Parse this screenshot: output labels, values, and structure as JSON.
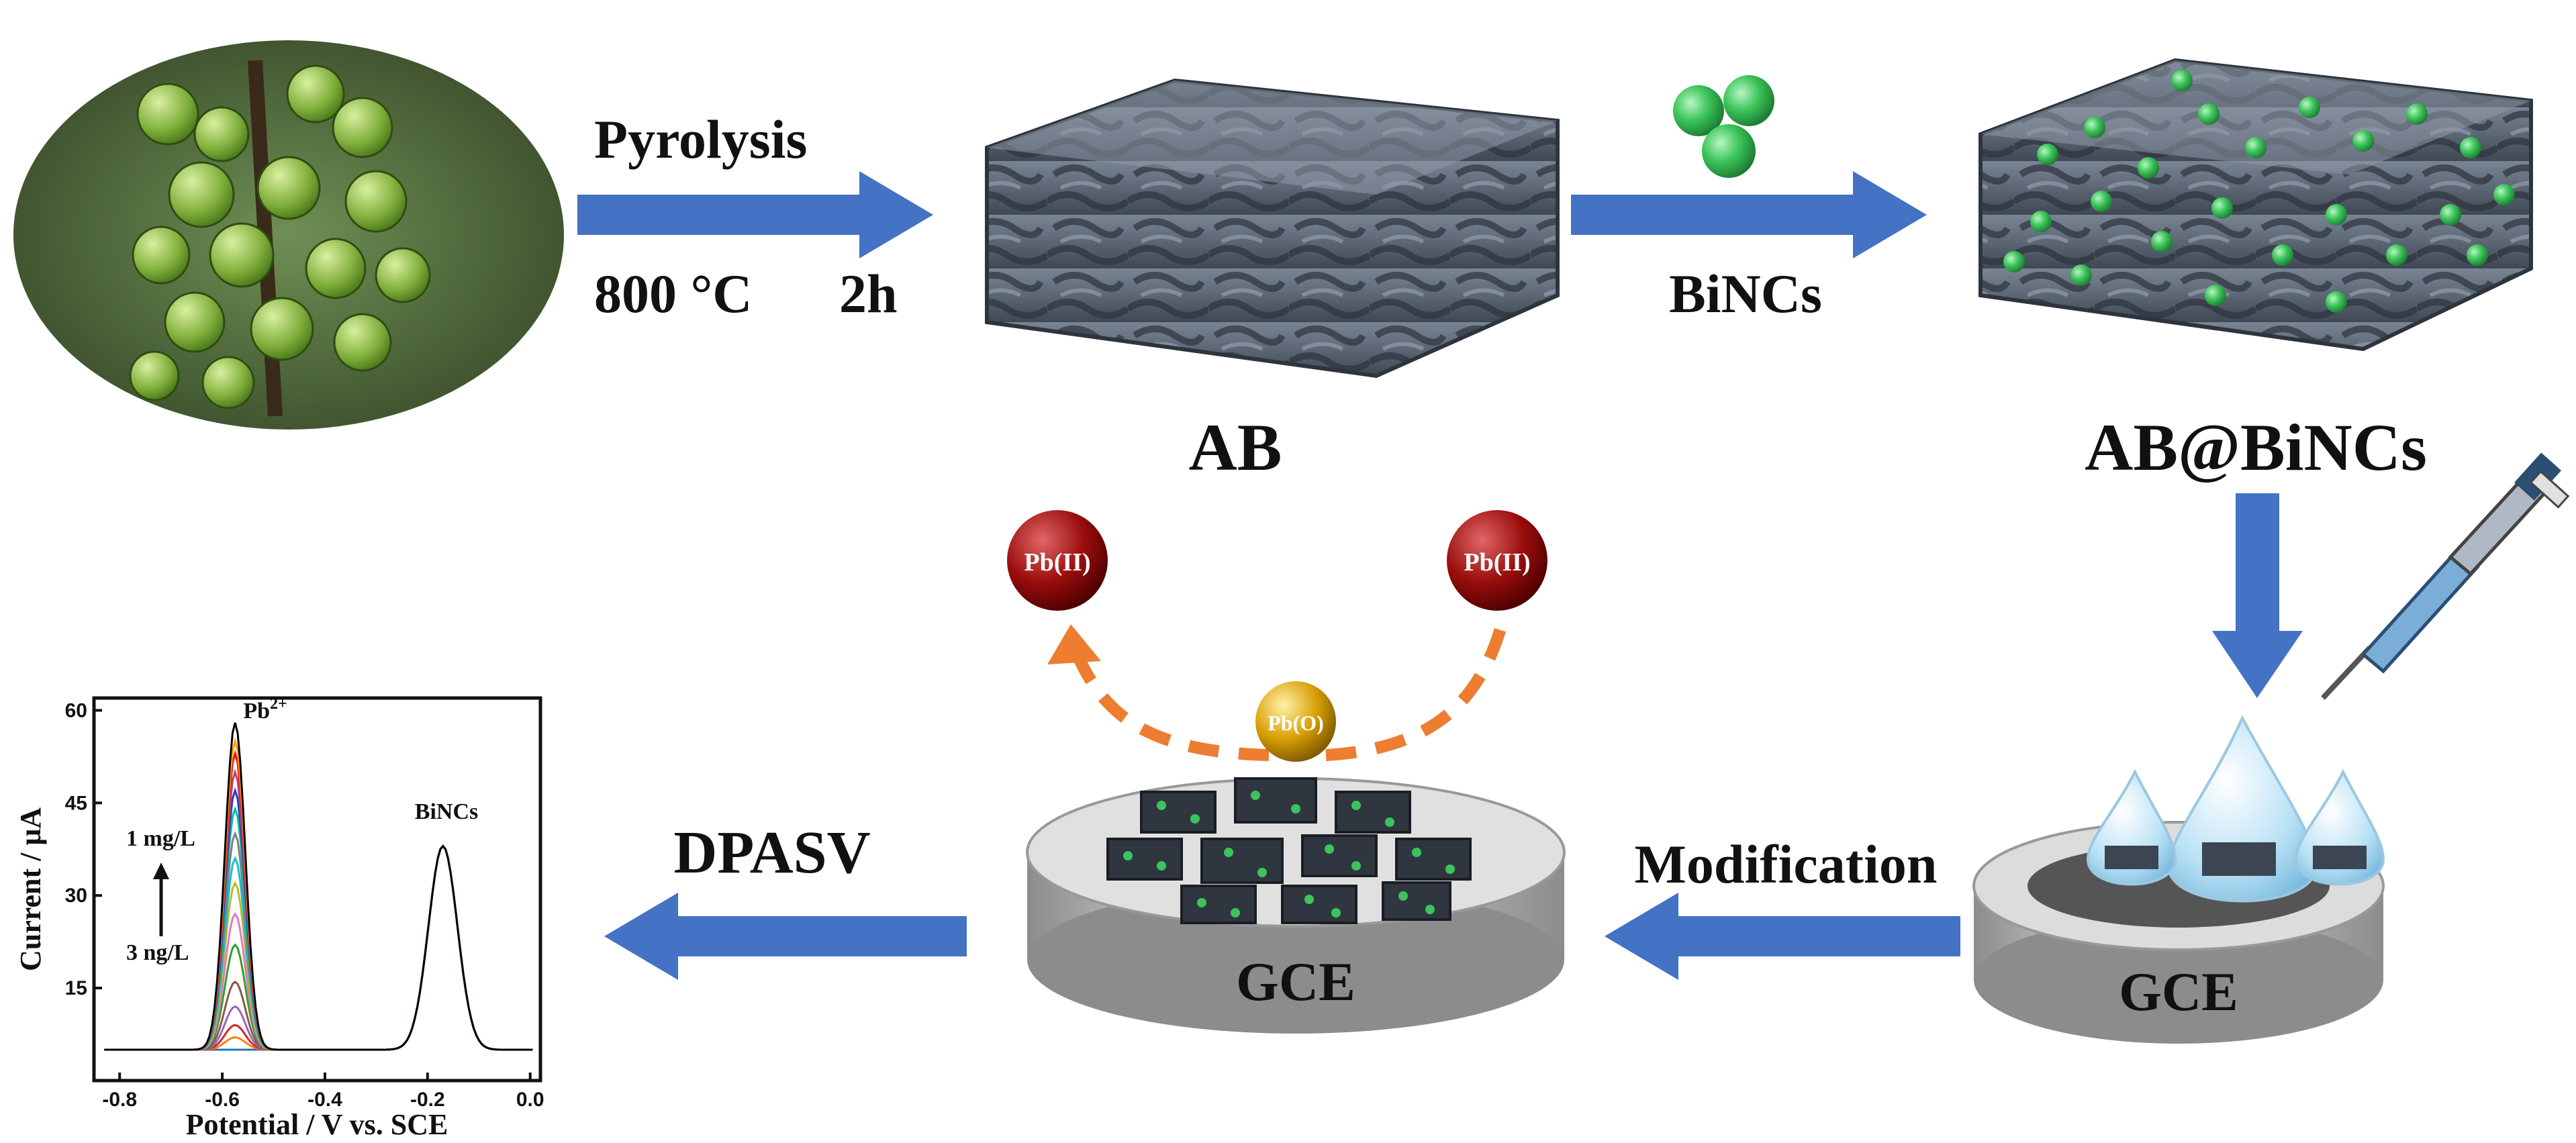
{
  "step1": {
    "label_top": "Pyrolysis",
    "temperature": "800 °C",
    "duration": "2h"
  },
  "ab": {
    "label": "AB"
  },
  "step2": {
    "label": "BiNCs"
  },
  "ab_binc": {
    "label": "AB@BiNCs"
  },
  "ions": {
    "left": "Pb(II)",
    "right": "Pb(II)",
    "center": "Pb(O)"
  },
  "electrode_center": {
    "label": "GCE"
  },
  "electrode_right": {
    "label": "GCE"
  },
  "step3": {
    "label": "Modification"
  },
  "step4": {
    "label": "DPASV"
  },
  "colors": {
    "arrow": "#4472C4",
    "dashed_arrow": "#ED7D31",
    "ion_red": "#9B0D0D",
    "ion_gold": "#D9A006",
    "bi_green": "#3CC45A",
    "scaffold": "#5B6573"
  },
  "chart_data": {
    "type": "line",
    "xlabel": "Potential / V vs. SCE",
    "ylabel": "Current / μA",
    "xlim": [
      -0.85,
      0.02
    ],
    "ylim": [
      0,
      62
    ],
    "xticks": [
      "-0.8",
      "-0.6",
      "-0.4",
      "-0.2",
      "0.0"
    ],
    "yticks": [
      "15",
      "30",
      "45",
      "60"
    ],
    "annotations": {
      "pb_peak": "Pb2+",
      "binc_peak": "BiNCs",
      "high_conc": "1 mg/L",
      "low_conc": "3 ng/L"
    },
    "pb_peak_potential": -0.575,
    "binc_peak_potential": -0.17,
    "baseline": 5,
    "binc_peak_height": 38,
    "series": [
      {
        "pb_peak_height": 5,
        "color": "#1f77b4"
      },
      {
        "pb_peak_height": 7,
        "color": "#ff7f0e"
      },
      {
        "pb_peak_height": 9,
        "color": "#d62728"
      },
      {
        "pb_peak_height": 12,
        "color": "#9467bd"
      },
      {
        "pb_peak_height": 16,
        "color": "#8c564b"
      },
      {
        "pb_peak_height": 22,
        "color": "#2ca02c"
      },
      {
        "pb_peak_height": 27,
        "color": "#e377c2"
      },
      {
        "pb_peak_height": 32,
        "color": "#bcbd22"
      },
      {
        "pb_peak_height": 36,
        "color": "#17becf"
      },
      {
        "pb_peak_height": 40,
        "color": "#7f7f7f"
      },
      {
        "pb_peak_height": 44,
        "color": "#00bfa0"
      },
      {
        "pb_peak_height": 47,
        "color": "#1f3fbf"
      },
      {
        "pb_peak_height": 50,
        "color": "#c04080"
      },
      {
        "pb_peak_height": 53,
        "color": "#ff0000"
      },
      {
        "pb_peak_height": 55,
        "color": "#ffa500"
      },
      {
        "pb_peak_height": 58,
        "color": "#000000"
      }
    ]
  }
}
